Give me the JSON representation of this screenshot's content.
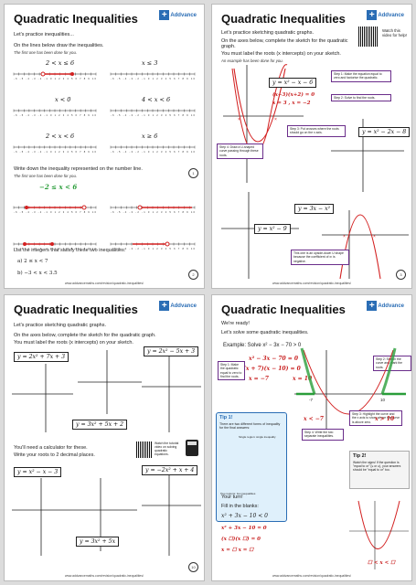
{
  "footer_url": "www.addvancemaths.com/revision/quadratic-inequalities/",
  "brand": "Addvance",
  "page1": {
    "title": "Quadratic Inequalities",
    "intro": "Let's practice inequalities...",
    "task1": "On the lines below draw the inequalities.",
    "task1_note": "The first one has been done for you.",
    "ineqs": [
      "2 < x ≤ 6",
      "x ≤ 3",
      "x < 0",
      "4 < x < 6",
      "2 < x < 6",
      "x ≥ 6"
    ],
    "ticks": "-6 -5 -4 -3 -2 -1 0 1 2 3 4 5 6 7 8 9 10",
    "task2": "Write down the inequality represented on the number line.",
    "task2_note": "The first one has been done for you.",
    "answer1": "−2 ≤ x < 6",
    "task3": "List the integers that satisfy these two inequalities:",
    "list_a": "a)  2 ≤ x < 7",
    "list_b": "b)  −3 < x < 3.5",
    "num1": "1",
    "num2": "2"
  },
  "page2": {
    "title": "Quadratic Inequalities",
    "intro": "Let's practice sketching quadratic graphs.",
    "task": "On the axes below, complete the sketch for the quadratic graph.",
    "task2": "You must label the roots (x intercepts) on your sketch.",
    "note": "An example has been done for you.",
    "video": "Watch this video for help!",
    "eq1": "y = x² − x − 6",
    "eq2": "y = x² − 2x − 8",
    "eq3": "y = x² − 9",
    "eq4": "y = 3x − x²",
    "work1": "(x−3)(x+2) = 0",
    "work2": "x = 3 , x = −2",
    "step1": "Step 1: Make the equation equal to zero and factorise the quadratic.",
    "step2": "Step 2: Solve to find the roots.",
    "step3": "Step 3: Put crosses where the roots should go on the x axis.",
    "step4": "Step 4: Draw a U-shaped curve passing through these roots.",
    "step5": "This one is an upside-down U shape because the coefficient of x² is negative.",
    "num": "3"
  },
  "page3": {
    "title": "Quadratic Inequalities",
    "intro": "Let's practice sketching quadratic graphs.",
    "task": "On the axes below, complete the sketch for the quadratic graph.",
    "task2": "You must label the roots (x intercepts) on your sketch.",
    "eq1": "y = 2x² + 7x + 3",
    "eq2": "y = 2x² − 5x + 3",
    "eq3": "y = 3x² + 5x + 2",
    "calc1": "You'll need a calculator for these.",
    "calc2": "Write your roots to 2 decimal places.",
    "video": "Watch the tutorial video on solving quadratic equations.",
    "eq4": "y = x² − x − 3",
    "eq5": "y = −2x² + x + 4",
    "eq6": "y = 3x² + 5x",
    "num": "10"
  },
  "page4": {
    "title": "Quadratic Inequalities",
    "intro": "We're ready!",
    "intro2": "Let's solve some quadratic inequalities.",
    "example": "Example: Solve x² − 3x − 70 > 0",
    "w1": "x² − 3x − 70 = 0",
    "w2": "(x + 7)(x − 10) = 0",
    "w3": "x = −7",
    "w4": "x = 10",
    "step1": "Step 1: Make the quadratic equal to zero to find the roots.",
    "step2": "Step 2: Sketch the curve and mark the roots.",
    "step3": "Step 3: Highlight the curve and the x axis to show where the curve is above zero.",
    "step4": "Step 4: Write the two separate inequalities.",
    "tip1_title": "Tip 1!",
    "tip1_text": "There are two different forms of inequality for the final answers:",
    "tip1_a": "Single region: single inequality",
    "tip1_b": "Two regions: two inequalities",
    "ans1": "x < −7",
    "ans2": "x > 10",
    "tip2_title": "Tip 2!",
    "tip2_text": "Watch the signs! If the question is \"equal to or\" (≤ or ≥), your answers should be \"equal to or\" too.",
    "turn": "Your turn!",
    "fill": "Fill in the blanks:",
    "q": "x² + 3x − 10 < 0",
    "f1": "x² + 3x − 10 = 0",
    "f2": "(x ☐)(x ☐) = 0",
    "f3": "x = ☐     x = ☐",
    "final": "☐ < x < ☐",
    "roots": [
      "-7",
      "10"
    ]
  }
}
